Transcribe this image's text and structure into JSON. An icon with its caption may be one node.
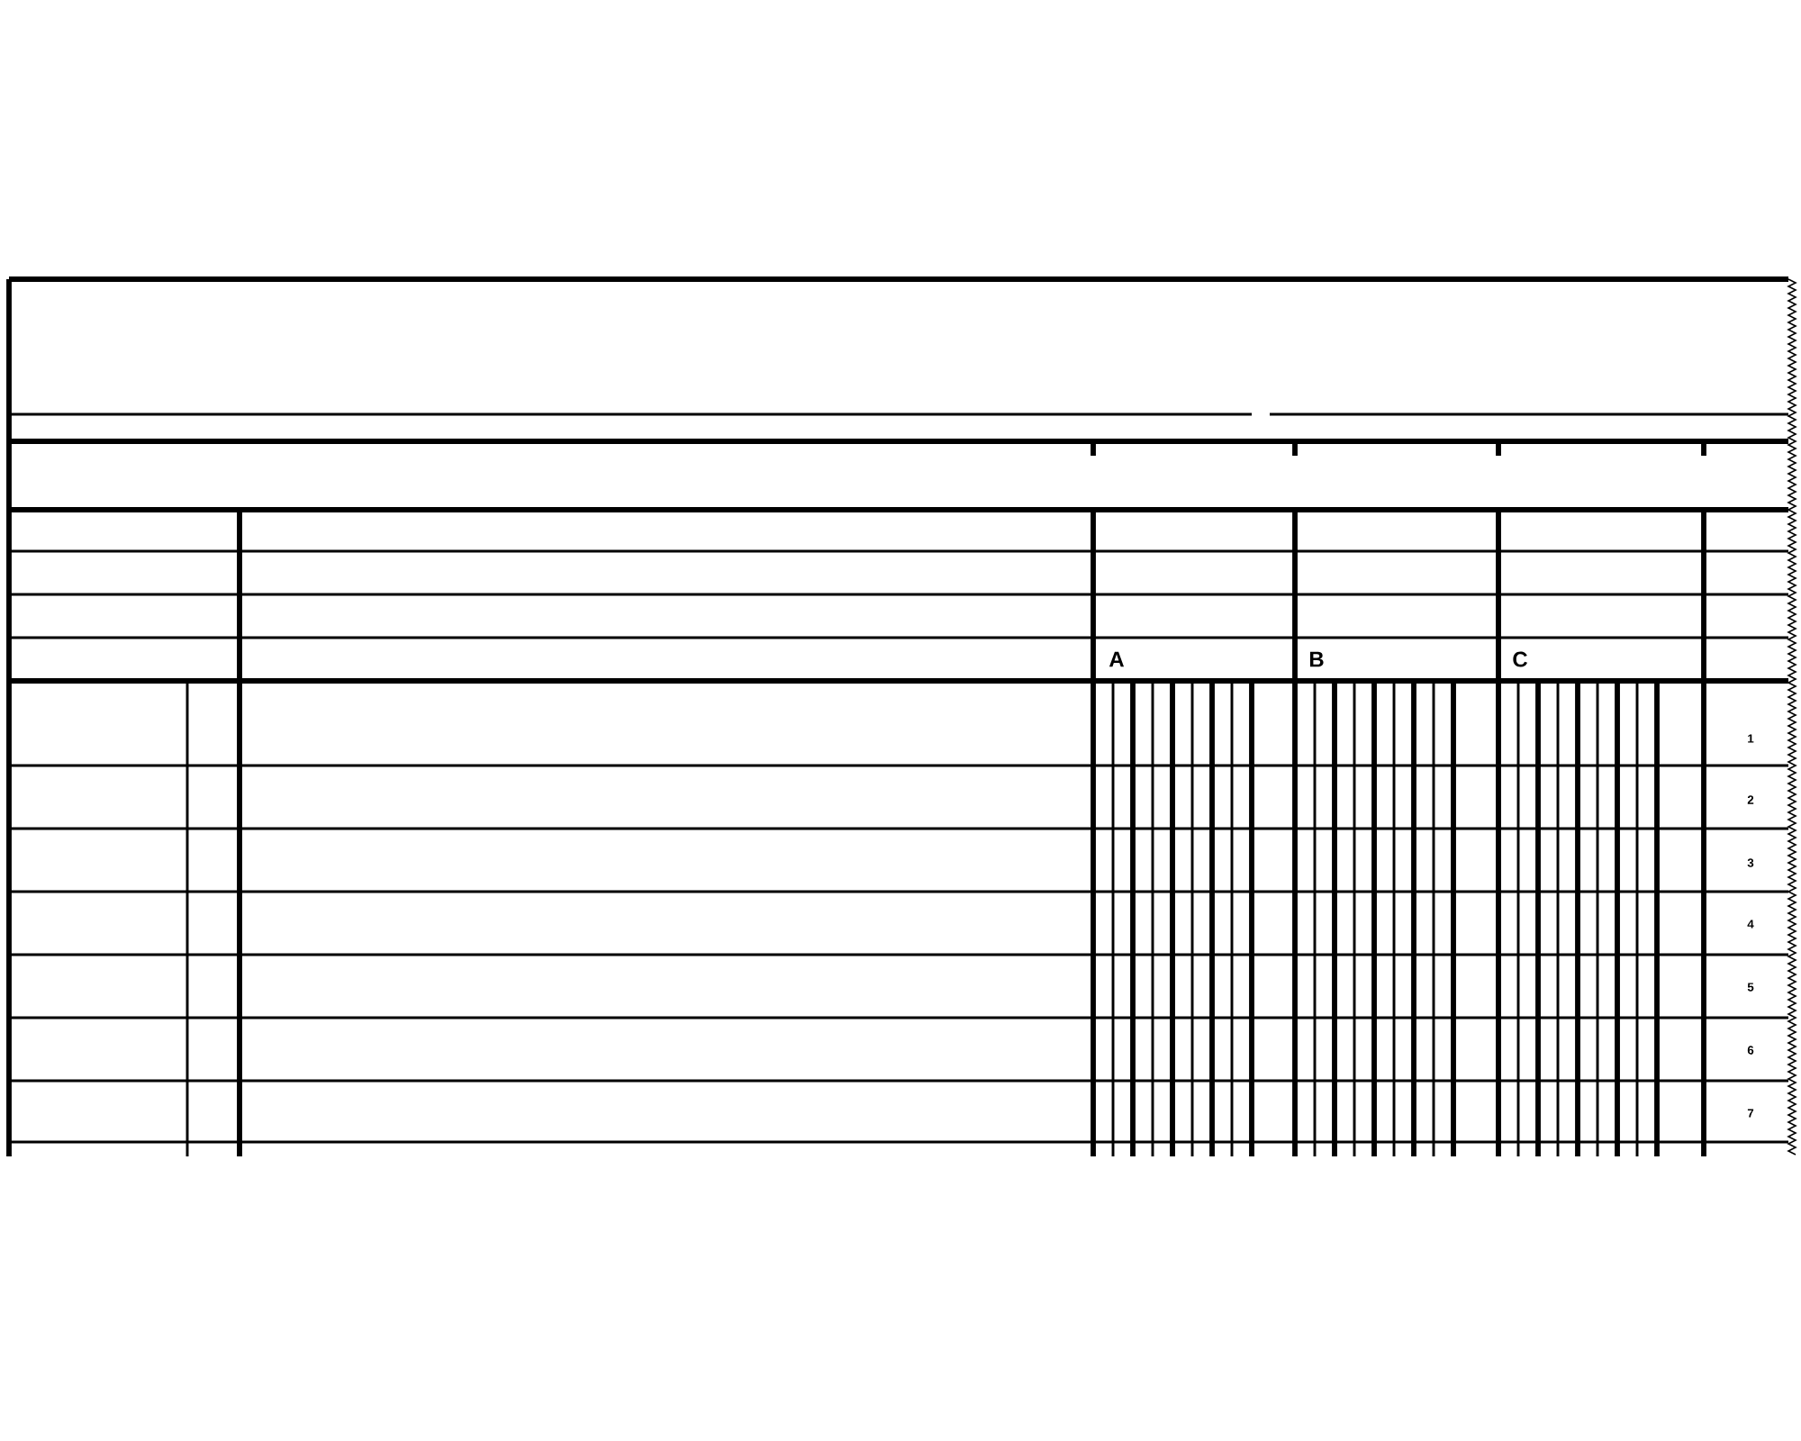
{
  "diagram": {
    "labels": [
      "A",
      "B",
      "C",
      "1",
      "2",
      "3",
      "4",
      "5",
      "6",
      "7"
    ]
  }
}
